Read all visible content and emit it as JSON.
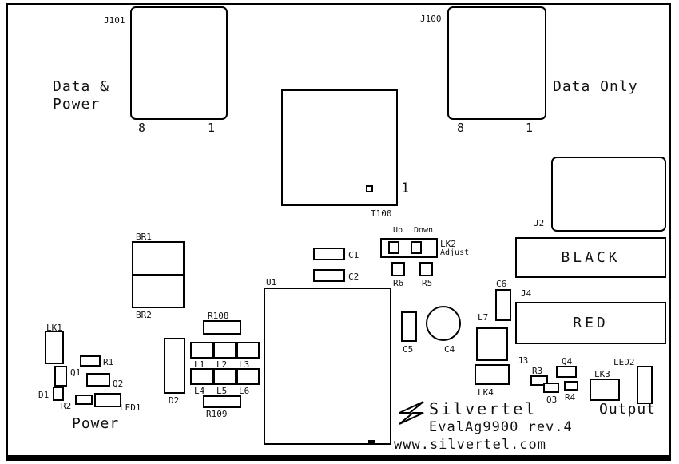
{
  "board": {
    "brand": "Silvertel",
    "title": "EvalAg9900 rev.4",
    "website": "www.silvertel.com"
  },
  "regions": {
    "data_power_line1": "Data &",
    "data_power_line2": "Power",
    "data_only": "Data Only",
    "power": "Power",
    "output": "Output",
    "black": "BLACK",
    "red": "RED",
    "up": "Up",
    "down": "Down",
    "adjust": "Adjust"
  },
  "pins": {
    "j101_8": "8",
    "j101_1": "1",
    "j100_8": "8",
    "j100_1": "1",
    "t100_1": "1"
  },
  "refs": {
    "j101": "J101",
    "j100": "J100",
    "t100": "T100",
    "j2": "J2",
    "j3": "J3",
    "j4": "J4",
    "br1": "BR1",
    "br2": "BR2",
    "c1": "C1",
    "c2": "C2",
    "c4": "C4",
    "c5": "C5",
    "c6": "C6",
    "r1": "R1",
    "r2": "R2",
    "r3": "R3",
    "r4": "R4",
    "r5": "R5",
    "r6": "R6",
    "r108": "R108",
    "r109": "R109",
    "q1": "Q1",
    "q2": "Q2",
    "q3": "Q3",
    "q4": "Q4",
    "d1": "D1",
    "d2": "D2",
    "led1": "LED1",
    "led2": "LED2",
    "lk1": "LK1",
    "lk2": "LK2",
    "lk3": "LK3",
    "lk4": "LK4",
    "l1": "L1",
    "l2": "L2",
    "l3": "L3",
    "l4": "L4",
    "l5": "L5",
    "l6": "L6",
    "l7": "L7",
    "u1": "U1"
  }
}
